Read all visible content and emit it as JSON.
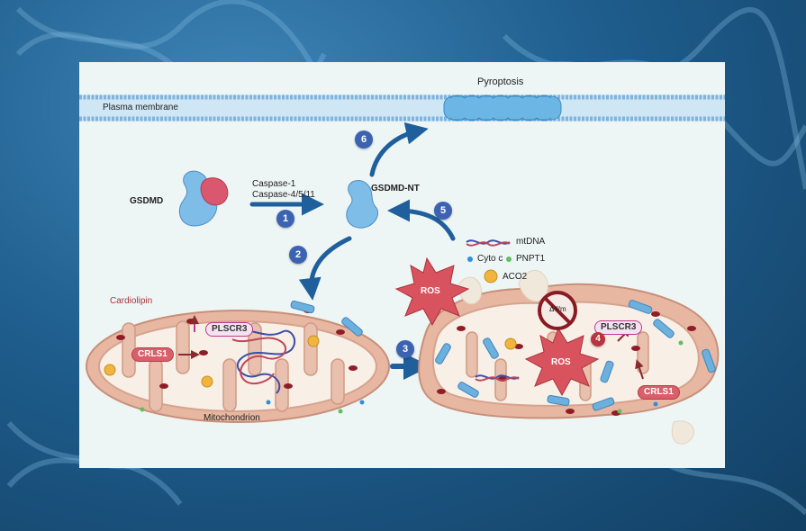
{
  "labels": {
    "pyroptosis": "Pyroptosis",
    "plasma_membrane": "Plasma membrane",
    "gsdmd": "GSDMD",
    "caspase_1": "Caspase-1",
    "caspase_4_5_11": "Caspase-4/5/11",
    "gsdmd_nt": "GSDMD-NT",
    "mtdna": "mtDNA",
    "cyto_c": "Cyto c",
    "pnpt1": "PNPT1",
    "aco2": "ACO2",
    "ros_outer": "ROS",
    "ros_inner": "ROS",
    "cardiolipin": "Cardiolipin",
    "plscr3_left": "PLSCR3",
    "plscr3_right": "PLSCR3",
    "crls1_left": "CRLS1",
    "crls1_right": "CRLS1",
    "mitochondrion": "Mitochondrion",
    "delta_psi": "ΔΨm"
  },
  "steps": [
    "1",
    "2",
    "3",
    "4",
    "5",
    "6"
  ],
  "colors": {
    "background": "#1f5e8e",
    "panel": "#eef5f5",
    "membrane": "#8fc3e6",
    "arrow": "#1f5f9c",
    "mito_outer": "#e7b7a2",
    "mito_inner": "#f8efe6",
    "protein_blue": "#6cb0de",
    "protein_pink": "#d9576f",
    "ros": "#d9535f",
    "step_badge": "#3b63b1"
  }
}
